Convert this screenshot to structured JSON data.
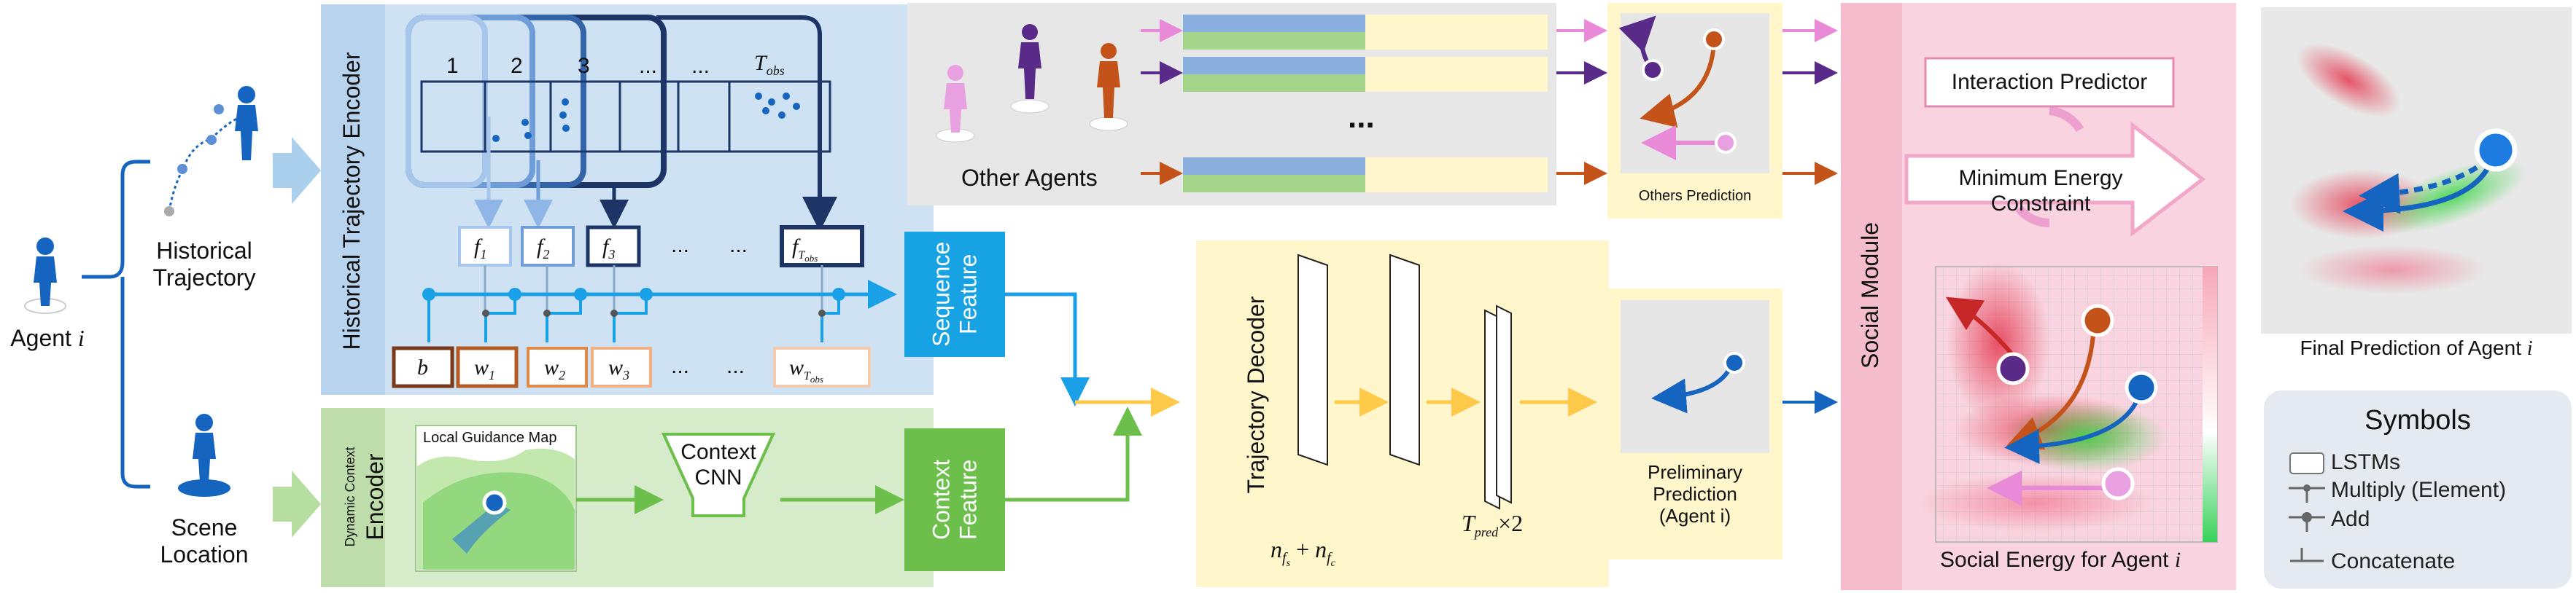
{
  "agent": {
    "label": "Agent",
    "var": "i"
  },
  "inputs": {
    "historical_trajectory": [
      "Historical",
      "Trajectory"
    ],
    "scene_location": [
      "Scene",
      "Location"
    ]
  },
  "encoder": {
    "title": "Historical Trajectory Encoder",
    "timesteps": [
      "1",
      "2",
      "3",
      "...",
      "...",
      "T",
      "obs"
    ],
    "features": [
      "f",
      "1",
      "f",
      "2",
      "f",
      "3",
      "...",
      "...",
      "f",
      "T",
      "obs"
    ],
    "weights": [
      "b",
      "w",
      "1",
      "w",
      "2",
      "w",
      "3",
      "...",
      "...",
      "w",
      "T",
      "obs"
    ]
  },
  "context": {
    "title_small": "Dynamic Context",
    "title": "Encoder",
    "map_label": "Local Guidance Map",
    "cnn": [
      "Context",
      "CNN"
    ]
  },
  "features": {
    "sequence": [
      "Sequence",
      "Feature"
    ],
    "context": [
      "Context",
      "Feature"
    ]
  },
  "others": {
    "label": "Other Agents",
    "ellipsis": "...",
    "prediction": "Others Prediction"
  },
  "decoder": {
    "title": "Trajectory Decoder",
    "n": "n",
    "fs": "f",
    "fs_sub": "s",
    "plus": "+",
    "fc": "f",
    "fc_sub": "c",
    "tpred": "T",
    "tpred_sub": "pred",
    "times2": "×2"
  },
  "preliminary": [
    "Preliminary",
    "Prediction",
    "(Agent i)"
  ],
  "social": {
    "title": "Social Module",
    "interaction": "Interaction Predictor",
    "energy_constraint": "Minimum Energy Constraint",
    "energy_label": "Social Energy for Agent"
  },
  "final": {
    "label": "Final Prediction of Agent"
  },
  "symbols": {
    "title": "Symbols",
    "items": [
      "LSTMs",
      "Multiply (Element)",
      "Add",
      "Concatenate"
    ]
  },
  "colors": {
    "encoder_bg": "#cfe2f4",
    "context_bg": "#d6ebc9",
    "decoder_bg": "#fff6cc",
    "social_bg": "#f9d3df",
    "seq_feature": "#17a2e3",
    "ctx_feature": "#6cbf4a",
    "agent_blue": "#1565c0",
    "symbols_bg": "#e4eaf0"
  }
}
